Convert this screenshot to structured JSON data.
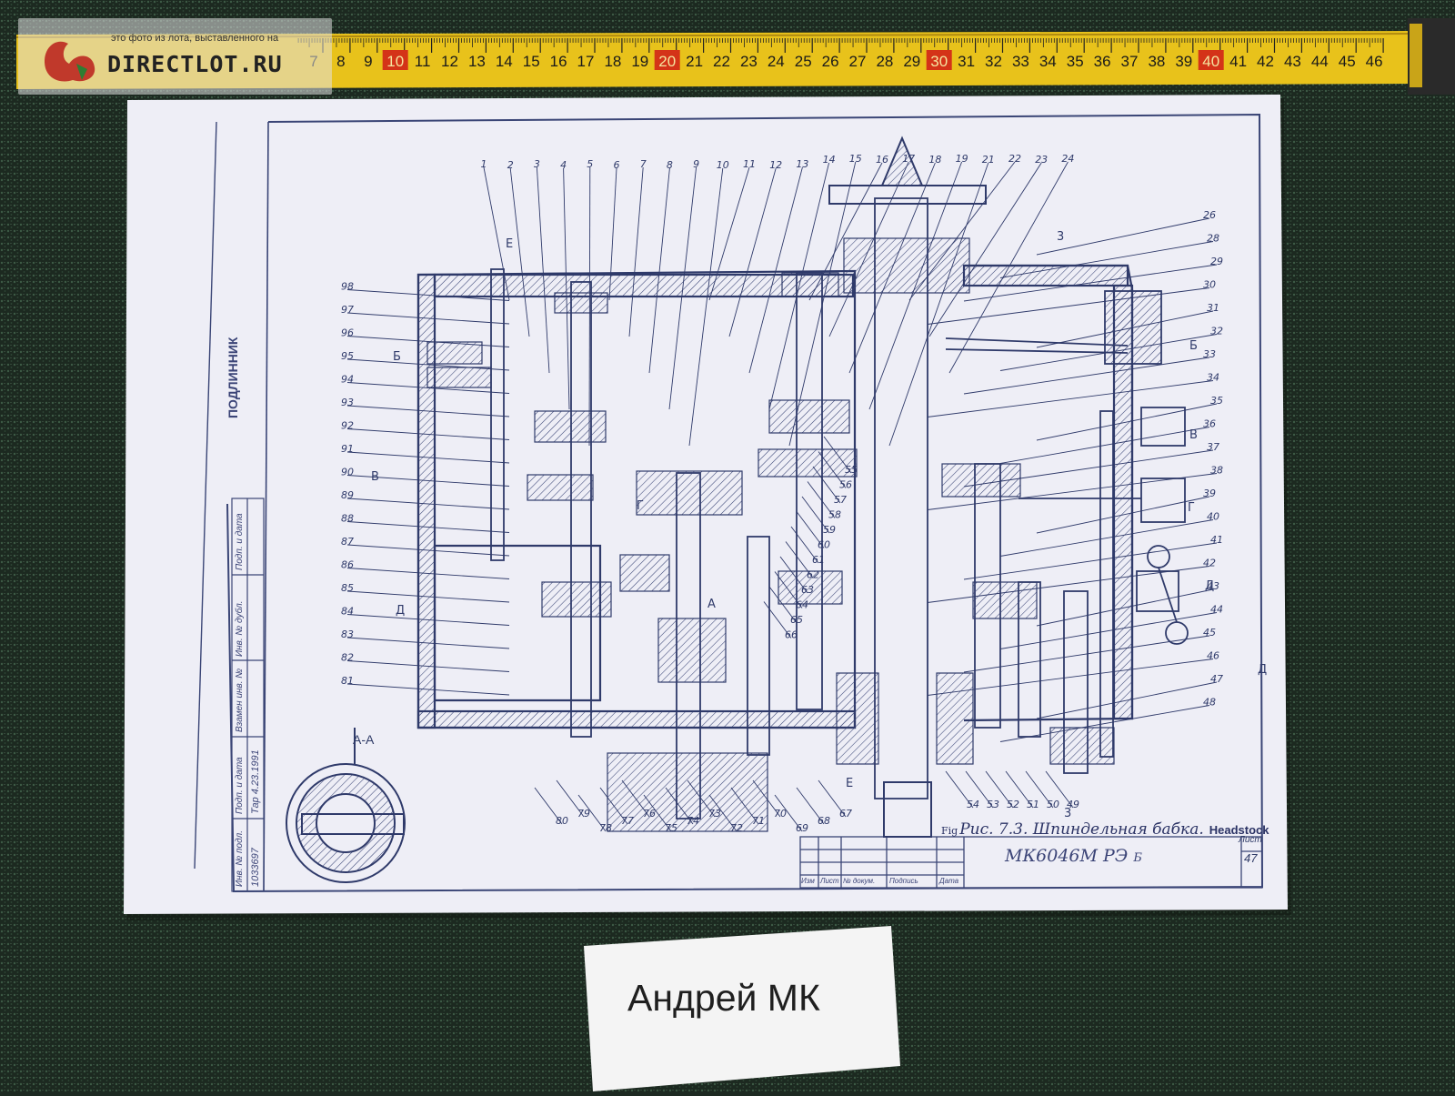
{
  "watermark": {
    "note": "это фото из лота, выставленного на",
    "brand": "DIRECTLOT.RU"
  },
  "ruler": {
    "numbers": [
      "7",
      "8",
      "9",
      "10",
      "11",
      "12",
      "13",
      "14",
      "15",
      "16",
      "17",
      "18",
      "19",
      "20",
      "21",
      "22",
      "23",
      "24",
      "25",
      "26",
      "27",
      "28",
      "29",
      "30",
      "31",
      "32",
      "33",
      "34",
      "35",
      "36",
      "37",
      "38",
      "39",
      "40",
      "41",
      "42",
      "43",
      "44",
      "45",
      "46"
    ],
    "highlighted": [
      "10",
      "20",
      "30",
      "40"
    ],
    "tape_color": "#e8c21b",
    "highlight_color": "#d43318"
  },
  "drawing": {
    "title_prefix": "Fig",
    "title_ru": "Рис. 7.3. Шпиндельная бабка.",
    "title_en": "Headstock",
    "document_code": "МК6046М РЭ",
    "document_suffix": "Б",
    "sheet_label": "Лист",
    "sheet_number": "47",
    "section_label": "А-А",
    "title_block_headers": [
      "Изм",
      "Лист",
      "№ докум.",
      "Подпись",
      "Дата"
    ],
    "side_stamp_labels": [
      "Инв. № подл.",
      "Подп. и дата",
      "Взамен инв. №",
      "Инв. № дубл.",
      "Подп. и дата"
    ],
    "side_stamp_values": [
      "1033697",
      "Тар 4.23.1991"
    ],
    "side_note": "ПОДЛИННИК",
    "part_labels": [
      "1",
      "2",
      "3",
      "4",
      "5",
      "6",
      "7",
      "8",
      "9",
      "10",
      "11",
      "12",
      "13",
      "14",
      "15",
      "16",
      "17",
      "18",
      "19",
      "21",
      "22",
      "23",
      "24",
      "26",
      "28",
      "29",
      "30",
      "31",
      "32",
      "33",
      "34",
      "35",
      "36",
      "37",
      "38",
      "39",
      "40",
      "41",
      "42",
      "43",
      "44",
      "45",
      "46",
      "47",
      "48",
      "49",
      "50",
      "51",
      "52",
      "53",
      "54",
      "55",
      "56",
      "57",
      "58",
      "59",
      "60",
      "61",
      "62",
      "63",
      "64",
      "65",
      "66",
      "67",
      "68",
      "69",
      "70",
      "71",
      "72",
      "73",
      "74",
      "75",
      "76",
      "77",
      "78",
      "79",
      "80",
      "81",
      "82",
      "83",
      "84",
      "85",
      "86",
      "87",
      "88",
      "89",
      "90",
      "91",
      "92",
      "93",
      "94",
      "95",
      "96",
      "97",
      "98"
    ],
    "section_markers": [
      "Е",
      "Б",
      "В",
      "Г",
      "Д",
      "А",
      "3",
      "Е",
      "3",
      "Б",
      "В",
      "Г",
      "Д",
      "Д"
    ],
    "ink_color": "#2f3a6a",
    "paper_color": "#eeeef5"
  },
  "paper_note": {
    "text": "Андрей МК"
  }
}
